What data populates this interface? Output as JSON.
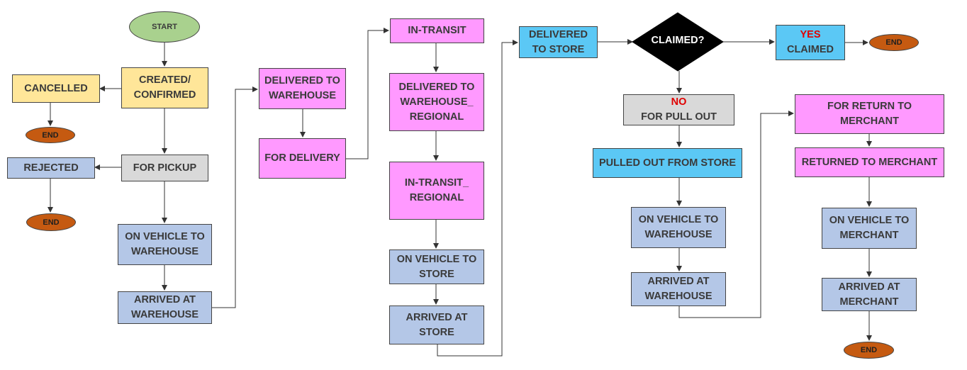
{
  "nodes": {
    "start": "START",
    "created": "CREATED/\nCONFIRMED",
    "cancelled": "CANCELLED",
    "end_cancelled": "END",
    "for_pickup": "FOR PICKUP",
    "rejected": "REJECTED",
    "end_rejected": "END",
    "on_vehicle_warehouse": "ON VEHICLE TO\nWAREHOUSE",
    "arrived_warehouse": "ARRIVED AT\nWAREHOUSE",
    "delivered_warehouse": "DELIVERED TO\nWAREHOUSE",
    "for_delivery": "FOR DELIVERY",
    "in_transit": "IN-TRANSIT",
    "delivered_warehouse_regional": "DELIVERED TO\nWAREHOUSE_\nREGIONAL",
    "in_transit_regional": "IN-TRANSIT_\nREGIONAL",
    "on_vehicle_store": "ON VEHICLE TO\nSTORE",
    "arrived_store": "ARRIVED AT\nSTORE",
    "delivered_store": "DELIVERED\nTO STORE",
    "claimed": "CLAIMED?",
    "yes_accent": "YES",
    "yes_claimed": "CLAIMED",
    "end_claimed": "END",
    "no_accent": "NO",
    "no_pull_out": "FOR PULL OUT",
    "pulled_out": "PULLED OUT FROM STORE",
    "on_vehicle_warehouse_2": "ON VEHICLE TO\nWAREHOUSE",
    "arrived_warehouse_2": "ARRIVED AT\nWAREHOUSE",
    "for_return": "FOR RETURN TO\nMERCHANT",
    "returned": "RETURNED TO MERCHANT",
    "on_vehicle_merchant": "ON VEHICLE TO\nMERCHANT",
    "arrived_merchant": "ARRIVED AT\nMERCHANT",
    "end_merchant": "END"
  },
  "colors": {
    "start": "#a9d18e",
    "yellow": "#ffe699",
    "gray": "#d9d9d9",
    "blue": "#b4c7e7",
    "pink": "#ff99ff",
    "sky": "#5bc8f5",
    "end": "#c55a11",
    "decision": "#000000",
    "accent": "#e00000"
  }
}
